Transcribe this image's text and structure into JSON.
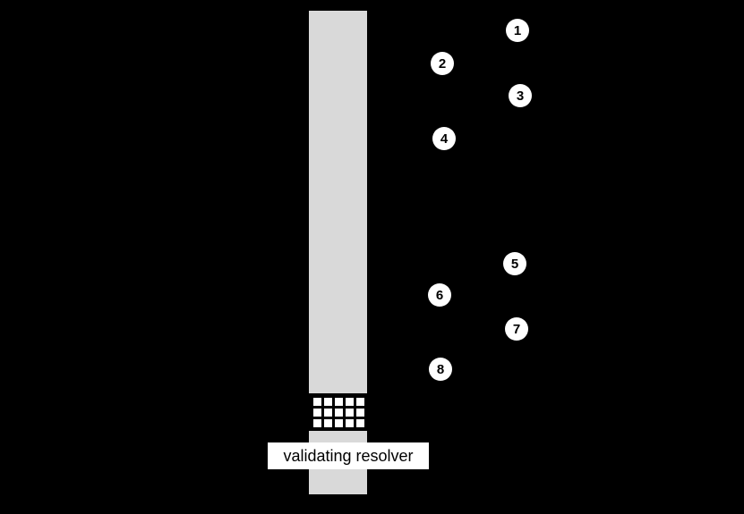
{
  "diagram": {
    "label": "validating resolver",
    "steps": [
      "1",
      "2",
      "3",
      "4",
      "5",
      "6",
      "7",
      "8"
    ],
    "colors": {
      "background": "#000000",
      "lifeline": "#d9d9d9",
      "grid_square": "#ffffff",
      "grid_line": "#000000",
      "badge_fill": "#ffffff",
      "badge_text": "#000000",
      "label_background": "#ffffff",
      "label_text": "#000000"
    }
  }
}
